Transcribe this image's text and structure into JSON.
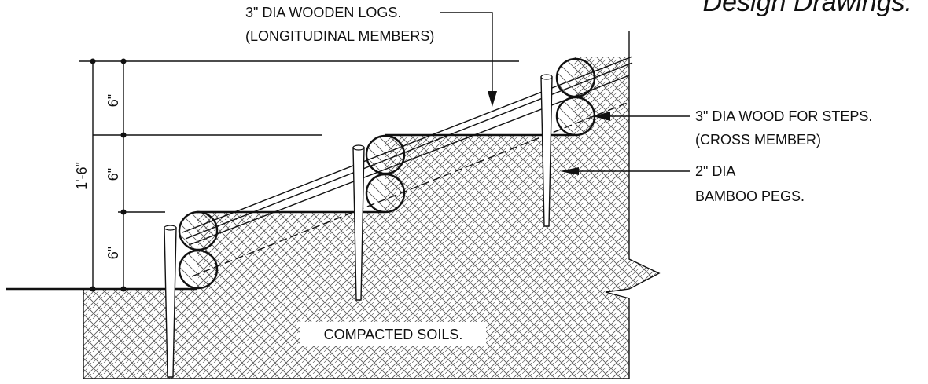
{
  "title": "Design Drawings.",
  "labels": {
    "logs_line1": "3\" DIA WOODEN LOGS.",
    "logs_line2": "(LONGITUDINAL MEMBERS)",
    "steps_line1": "3\" DIA WOOD FOR STEPS.",
    "steps_line2": "(CROSS MEMBER)",
    "pegs_line1": "2\" DIA",
    "pegs_line2": "BAMBOO PEGS.",
    "soil": "COMPACTED SOILS."
  },
  "dimensions": {
    "riser_top": "6\"",
    "riser_mid": "6\"",
    "riser_bottom": "6\"",
    "total": "1'-6\""
  }
}
